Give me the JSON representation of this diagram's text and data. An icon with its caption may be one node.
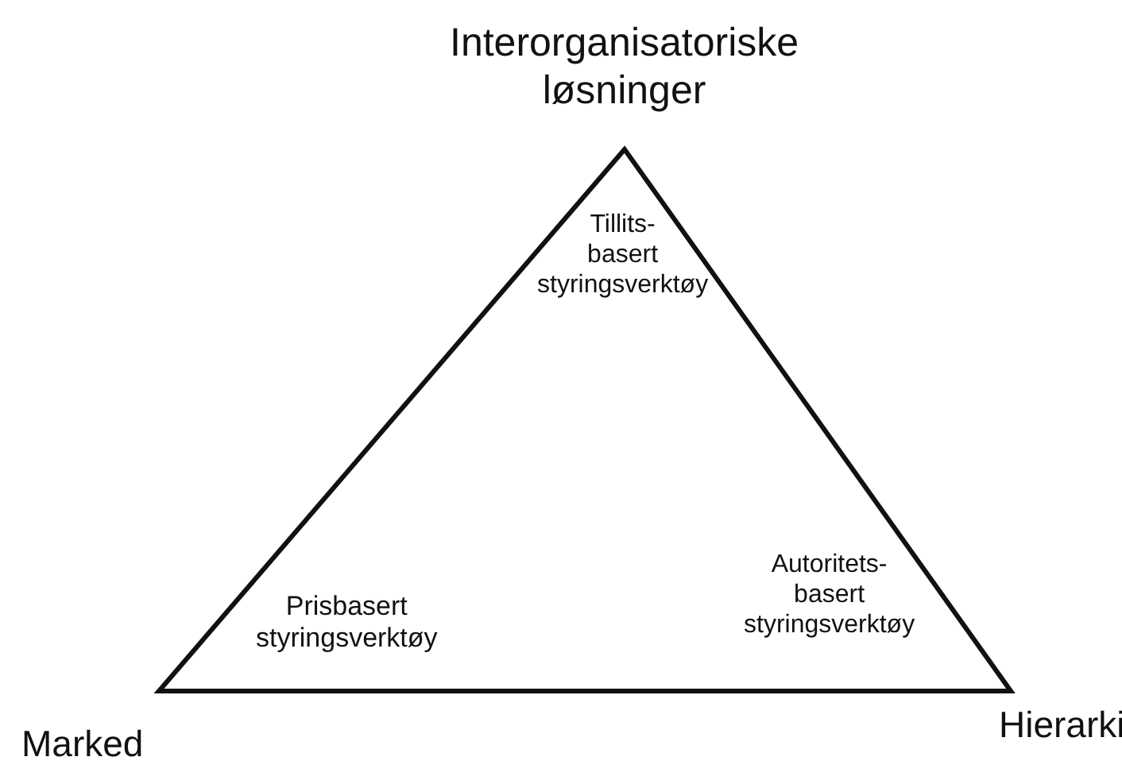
{
  "diagram": {
    "labels": [
      "Interorganisatoriske løsninger",
      "Tillits- basert styringsverktøy",
      "Prisbasert styringsverktøy",
      "Autoritets- basert styringsverktøy",
      "Marked",
      "Hierarki"
    ]
  }
}
